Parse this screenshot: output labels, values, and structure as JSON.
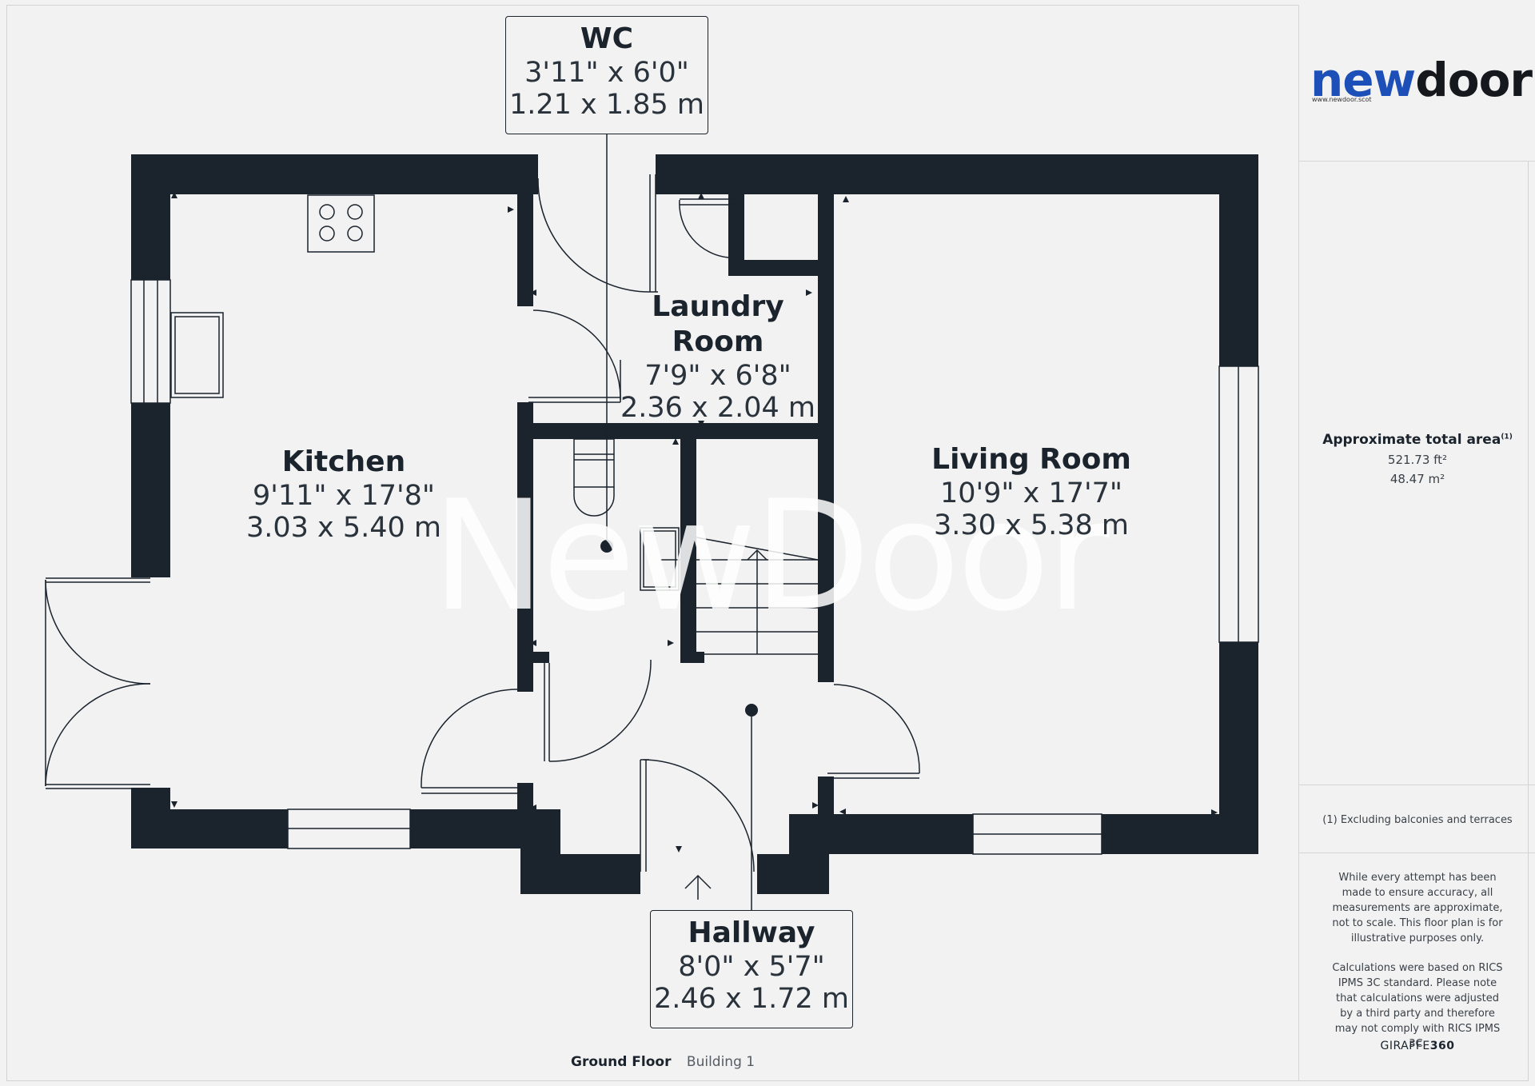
{
  "brand": {
    "logo_new": "new",
    "logo_door": "door",
    "url": "www.newdoor.scot",
    "watermark": "NewDoor",
    "brand_color": "#1d4fb8"
  },
  "rooms": {
    "wc": {
      "name": "WC",
      "dim_imperial": "3'11\" x 6'0\"",
      "dim_metric": "1.21 x 1.85 m"
    },
    "laundry": {
      "name": "Laundry Room",
      "dim_imperial": "7'9\" x 6'8\"",
      "dim_metric": "2.36 x 2.04 m"
    },
    "kitchen": {
      "name": "Kitchen",
      "dim_imperial": "9'11\" x 17'8\"",
      "dim_metric": "3.03 x 5.40 m"
    },
    "living": {
      "name": "Living Room",
      "dim_imperial": "10'9\" x 17'7\"",
      "dim_metric": "3.30 x 5.38 m"
    },
    "hallway": {
      "name": "Hallway",
      "dim_imperial": "8'0\" x 5'7\"",
      "dim_metric": "2.46 x 1.72 m"
    }
  },
  "floor": {
    "name": "Ground Floor",
    "building": "Building 1"
  },
  "sidebar": {
    "area_title": "Approximate total area",
    "area_footnote_mark": "(1)",
    "area_ft": "521.73 ft²",
    "area_m": "48.47 m²",
    "note": "(1) Excluding balconies and terraces",
    "disclaimer_1": "While every attempt has been made to ensure accuracy, all measurements are approximate, not to scale. This floor plan is for illustrative purposes only.",
    "disclaimer_2": "Calculations were based on RICS IPMS 3C standard. Please note that calculations were adjusted by a third party and therefore may not comply with RICS IPMS 3C.",
    "brand_left": "GIRAFFE",
    "brand_right": "360"
  },
  "colors": {
    "wall": "#1b232d",
    "background": "#f2f2f2",
    "line": "#1b232d"
  }
}
